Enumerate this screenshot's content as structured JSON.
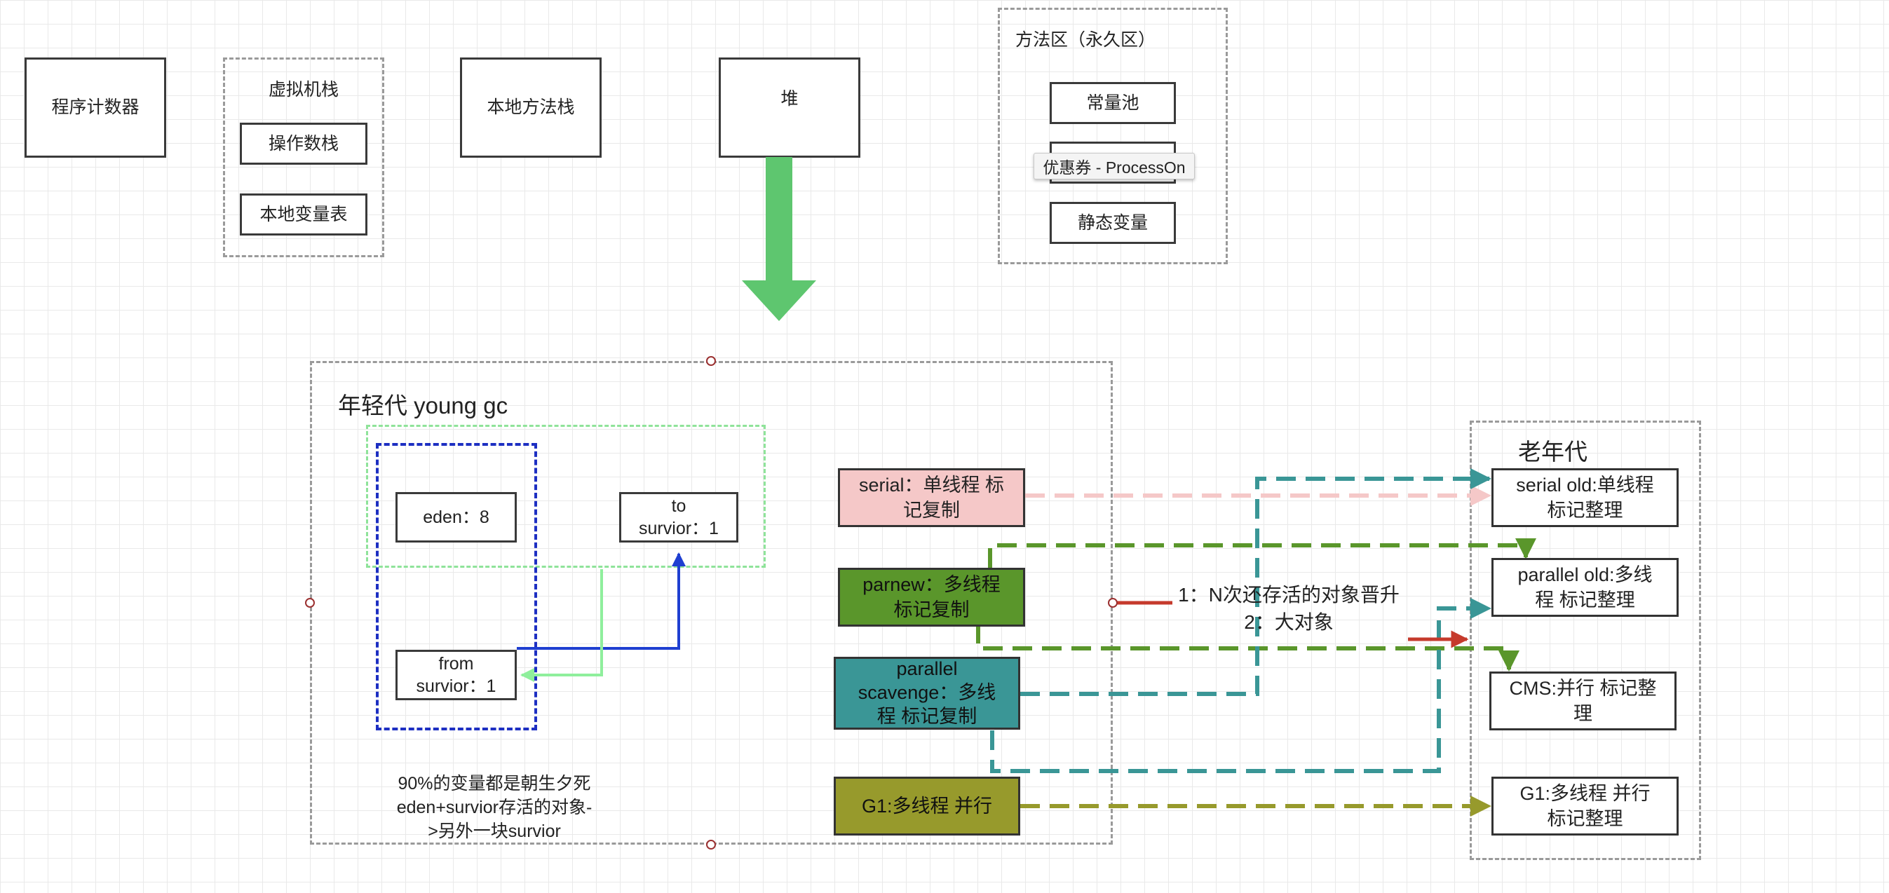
{
  "memory_areas": {
    "program_counter": "程序计数器",
    "vm_stack": {
      "title": "虚拟机栈",
      "operand_stack": "操作数栈",
      "local_var_table": "本地变量表"
    },
    "native_method_stack": "本地方法栈",
    "heap": "堆",
    "method_area": {
      "title": "方法区（永久区）",
      "constant_pool": "常量池",
      "static_vars": "静态变量"
    }
  },
  "tooltip": "优惠券 - ProcessOn",
  "young_gen": {
    "title": "年轻代 young gc",
    "eden": "eden：8",
    "to_survivor_line1": "to",
    "to_survivor_line2": "survior：1",
    "from_survivor_line1": "from",
    "from_survivor_line2": "survior：1",
    "note_line1": "90%的变量都是朝生夕死",
    "note_line2": "eden+survior存活的对象-",
    "note_line3": ">另外一块survior"
  },
  "young_collectors": {
    "serial_line1": "serial：单线程 标",
    "serial_line2": "记复制",
    "parnew_line1": "parnew：多线程",
    "parnew_line2": "标记复制",
    "parallel_line1": "parallel",
    "parallel_line2": "scavenge：多线",
    "parallel_line3": "程 标记复制",
    "g1": "G1:多线程 并行"
  },
  "promotion": {
    "line1": "1：N次还存活的对象晋升",
    "line2": "2：大对象"
  },
  "old_gen": {
    "title": "老年代",
    "serial_old_line1": "serial old:单线程",
    "serial_old_line2": "标记整理",
    "parallel_old_line1": "parallel old:多线",
    "parallel_old_line2": "程 标记整理",
    "cms_line1": "CMS:并行 标记整",
    "cms_line2": "理",
    "g1_line1": "G1:多线程 并行",
    "g1_line2": "标记整理"
  },
  "colors": {
    "serial": "#f5c8c8",
    "parnew": "#5a962b",
    "parallel": "#3a9696",
    "g1": "#979a2c",
    "heap_arrow": "#5ec66f",
    "blue": "#1f3fd1",
    "promotion_red": "#c53a2c"
  }
}
